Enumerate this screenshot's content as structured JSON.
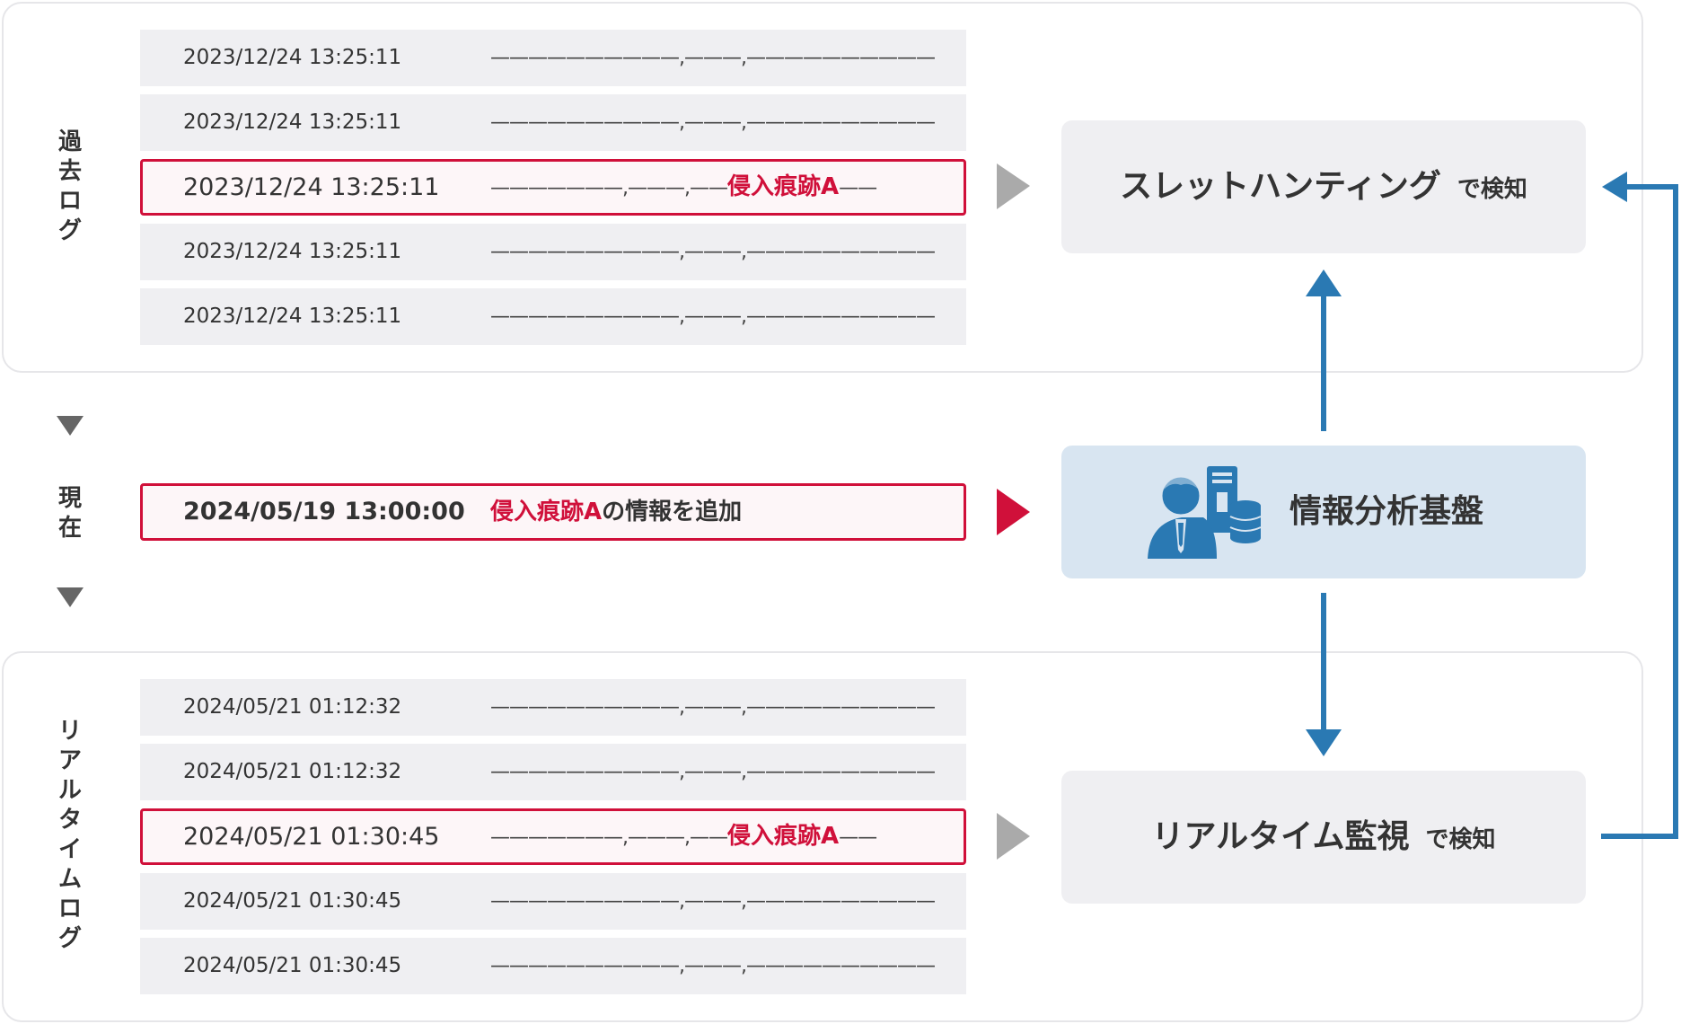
{
  "labels": {
    "past": [
      "過",
      "去",
      "ロ",
      "グ"
    ],
    "now": [
      "現",
      "在"
    ],
    "realtime": [
      "リ",
      "ア",
      "ル",
      "タ",
      "イ",
      "ム",
      "ロ",
      "グ"
    ]
  },
  "past_logs": [
    {
      "timestamp": "2023/12/24 13:25:11",
      "line": "——————————,———,——————————",
      "highlight": false
    },
    {
      "timestamp": "2023/12/24 13:25:11",
      "line": "——————————,———,——————————",
      "highlight": false
    },
    {
      "timestamp": "2023/12/24 13:25:11",
      "line_prefix": "———————,———,——",
      "marker": "侵入痕跡A",
      "line_suffix": "——",
      "highlight": true
    },
    {
      "timestamp": "2023/12/24 13:25:11",
      "line": "——————————,———,——————————",
      "highlight": false
    },
    {
      "timestamp": "2023/12/24 13:25:11",
      "line": "——————————,———,——————————",
      "highlight": false
    }
  ],
  "now_entry": {
    "timestamp": "2024/05/19 13:00:00",
    "marker": "侵入痕跡A",
    "message_suffix": "の情報を追加"
  },
  "realtime_logs": [
    {
      "timestamp": "2024/05/21 01:12:32",
      "line": "——————————,———,——————————",
      "highlight": false
    },
    {
      "timestamp": "2024/05/21 01:12:32",
      "line": "——————————,———,——————————",
      "highlight": false
    },
    {
      "timestamp": "2024/05/21 01:30:45",
      "line_prefix": "———————,———,——",
      "marker": "侵入痕跡A",
      "line_suffix": "——",
      "highlight": true
    },
    {
      "timestamp": "2024/05/21 01:30:45",
      "line": "——————————,———,——————————",
      "highlight": false
    },
    {
      "timestamp": "2024/05/21 01:30:45",
      "line": "——————————,———,——————————",
      "highlight": false
    }
  ],
  "boxes": {
    "threat_hunting": {
      "main": "スレットハンティング",
      "sub": "で検知"
    },
    "platform": {
      "main": "情報分析基盤",
      "icon": "analyst-server-database-icon"
    },
    "realtime": {
      "main": "リアルタイム監視",
      "sub": "で検知"
    }
  },
  "colors": {
    "accent_red": "#d0103a",
    "arrow_blue": "#2a79b3",
    "platform_bg": "#d8e5f1",
    "row_bg": "#efeff2"
  }
}
